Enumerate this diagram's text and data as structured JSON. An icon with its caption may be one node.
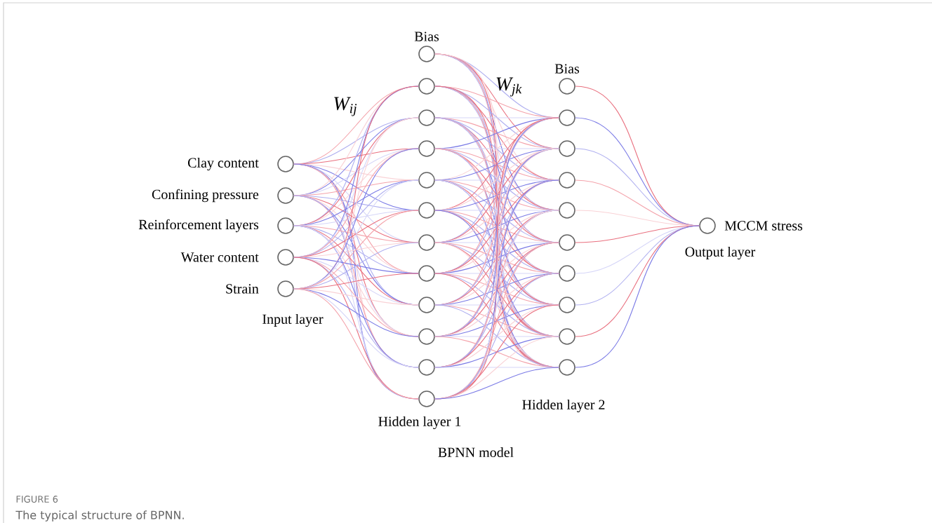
{
  "diagram": {
    "title": "FIGURE 6",
    "caption": "The typical structure of BPNN.",
    "nodes": [
      {
        "text": [
          "Clay content"
        ]
      },
      {
        "text": [
          "Confining pressure"
        ]
      },
      {
        "text": [
          "Reinforcement layers"
        ]
      },
      {
        "text": [
          "Water content"
        ]
      },
      {
        "text": [
          "Strain"
        ]
      },
      {
        "text": [
          "Bias"
        ]
      },
      {
        "text": [],
        "shape": "circle"
      },
      {
        "text": [],
        "shape": "circle"
      },
      {
        "text": [],
        "shape": "circle"
      },
      {
        "text": [],
        "shape": "circle"
      },
      {
        "text": [],
        "shape": "circle"
      },
      {
        "text": [],
        "shape": "circle"
      },
      {
        "text": [],
        "shape": "circle"
      },
      {
        "text": [],
        "shape": "circle"
      },
      {
        "text": [],
        "shape": "circle"
      },
      {
        "text": [],
        "shape": "circle"
      },
      {
        "text": [],
        "shape": "circle"
      },
      {
        "text": [
          "Bias"
        ]
      },
      {
        "text": [],
        "shape": "circle"
      },
      {
        "text": [],
        "shape": "circle"
      },
      {
        "text": [],
        "shape": "circle"
      },
      {
        "text": [],
        "shape": "circle"
      },
      {
        "text": [],
        "shape": "circle"
      },
      {
        "text": [],
        "shape": "circle"
      },
      {
        "text": [],
        "shape": "circle"
      },
      {
        "text": [],
        "shape": "circle"
      },
      {
        "text": [],
        "shape": "circle"
      },
      {
        "text": [
          "MCCM stress"
        ]
      }
    ],
    "edges": [
      {
        "from": 0,
        "to": 6,
        "arrow": "none",
        "color": "#f4a3ab"
      },
      {
        "from": 0,
        "to": 7,
        "arrow": "none",
        "color": "#b0b0f0"
      },
      {
        "from": 0,
        "to": 8,
        "arrow": "none",
        "color": "#e9707f"
      },
      {
        "from": 0,
        "to": 9,
        "arrow": "none",
        "color": "#f9d2d6"
      },
      {
        "from": 0,
        "to": 10,
        "arrow": "none",
        "color": "#7b7be6"
      },
      {
        "from": 0,
        "to": 11,
        "arrow": "none",
        "color": "#d6d6f8"
      },
      {
        "from": 0,
        "to": 12,
        "arrow": "none",
        "color": "#f4a3ab"
      },
      {
        "from": 0,
        "to": 13,
        "arrow": "none",
        "color": "#b0b0f0"
      },
      {
        "from": 0,
        "to": 14,
        "arrow": "none",
        "color": "#e9707f"
      },
      {
        "from": 0,
        "to": 15,
        "arrow": "none",
        "color": "#f9d2d6"
      },
      {
        "from": 0,
        "to": 16,
        "arrow": "none",
        "color": "#7b7be6"
      },
      {
        "from": 1,
        "to": 6,
        "arrow": "none",
        "color": "#f9d2d6"
      },
      {
        "from": 1,
        "to": 7,
        "arrow": "none",
        "color": "#7b7be6"
      },
      {
        "from": 1,
        "to": 8,
        "arrow": "none",
        "color": "#d6d6f8"
      },
      {
        "from": 1,
        "to": 9,
        "arrow": "none",
        "color": "#f4a3ab"
      },
      {
        "from": 1,
        "to": 10,
        "arrow": "none",
        "color": "#b0b0f0"
      },
      {
        "from": 1,
        "to": 11,
        "arrow": "none",
        "color": "#e9707f"
      },
      {
        "from": 1,
        "to": 12,
        "arrow": "none",
        "color": "#f9d2d6"
      },
      {
        "from": 1,
        "to": 13,
        "arrow": "none",
        "color": "#7b7be6"
      },
      {
        "from": 1,
        "to": 14,
        "arrow": "none",
        "color": "#d6d6f8"
      },
      {
        "from": 1,
        "to": 15,
        "arrow": "none",
        "color": "#f4a3ab"
      },
      {
        "from": 1,
        "to": 16,
        "arrow": "none",
        "color": "#b0b0f0"
      },
      {
        "from": 2,
        "to": 6,
        "arrow": "none",
        "color": "#b0b0f0"
      },
      {
        "from": 2,
        "to": 7,
        "arrow": "none",
        "color": "#e9707f"
      },
      {
        "from": 2,
        "to": 8,
        "arrow": "none",
        "color": "#f9d2d6"
      },
      {
        "from": 2,
        "to": 9,
        "arrow": "none",
        "color": "#7b7be6"
      },
      {
        "from": 2,
        "to": 10,
        "arrow": "none",
        "color": "#d6d6f8"
      },
      {
        "from": 2,
        "to": 11,
        "arrow": "none",
        "color": "#f4a3ab"
      },
      {
        "from": 2,
        "to": 12,
        "arrow": "none",
        "color": "#b0b0f0"
      },
      {
        "from": 2,
        "to": 13,
        "arrow": "none",
        "color": "#e9707f"
      },
      {
        "from": 2,
        "to": 14,
        "arrow": "none",
        "color": "#f9d2d6"
      },
      {
        "from": 2,
        "to": 15,
        "arrow": "none",
        "color": "#7b7be6"
      },
      {
        "from": 2,
        "to": 16,
        "arrow": "none",
        "color": "#d6d6f8"
      },
      {
        "from": 3,
        "to": 6,
        "arrow": "none",
        "color": "#7b7be6"
      },
      {
        "from": 3,
        "to": 7,
        "arrow": "none",
        "color": "#d6d6f8"
      },
      {
        "from": 3,
        "to": 8,
        "arrow": "none",
        "color": "#f4a3ab"
      },
      {
        "from": 3,
        "to": 9,
        "arrow": "none",
        "color": "#b0b0f0"
      },
      {
        "from": 3,
        "to": 10,
        "arrow": "none",
        "color": "#e9707f"
      },
      {
        "from": 3,
        "to": 11,
        "arrow": "none",
        "color": "#f9d2d6"
      },
      {
        "from": 3,
        "to": 12,
        "arrow": "none",
        "color": "#7b7be6"
      },
      {
        "from": 3,
        "to": 13,
        "arrow": "none",
        "color": "#d6d6f8"
      },
      {
        "from": 3,
        "to": 14,
        "arrow": "none",
        "color": "#f4a3ab"
      },
      {
        "from": 3,
        "to": 15,
        "arrow": "none",
        "color": "#b0b0f0"
      },
      {
        "from": 3,
        "to": 16,
        "arrow": "none",
        "color": "#e9707f"
      },
      {
        "from": 4,
        "to": 6,
        "arrow": "none",
        "color": "#e9707f"
      },
      {
        "from": 4,
        "to": 7,
        "arrow": "none",
        "color": "#f9d2d6"
      },
      {
        "from": 4,
        "to": 8,
        "arrow": "none",
        "color": "#7b7be6"
      },
      {
        "from": 4,
        "to": 9,
        "arrow": "none",
        "color": "#d6d6f8"
      },
      {
        "from": 4,
        "to": 10,
        "arrow": "none",
        "color": "#f4a3ab"
      },
      {
        "from": 4,
        "to": 11,
        "arrow": "none",
        "color": "#b0b0f0"
      },
      {
        "from": 4,
        "to": 12,
        "arrow": "none",
        "color": "#e9707f"
      },
      {
        "from": 4,
        "to": 13,
        "arrow": "none",
        "color": "#f9d2d6"
      },
      {
        "from": 4,
        "to": 14,
        "arrow": "none",
        "color": "#7b7be6"
      },
      {
        "from": 4,
        "to": 15,
        "arrow": "none",
        "color": "#d6d6f8"
      },
      {
        "from": 4,
        "to": 16,
        "arrow": "none",
        "color": "#f4a3ab"
      },
      {
        "from": 5,
        "to": 18,
        "arrow": "none",
        "color": "#b0b0f0"
      },
      {
        "from": 5,
        "to": 19,
        "arrow": "none",
        "color": "#e9707f"
      },
      {
        "from": 5,
        "to": 20,
        "arrow": "none",
        "color": "#f9d2d6"
      },
      {
        "from": 5,
        "to": 21,
        "arrow": "none",
        "color": "#7b7be6"
      },
      {
        "from": 5,
        "to": 22,
        "arrow": "none",
        "color": "#d6d6f8"
      },
      {
        "from": 5,
        "to": 23,
        "arrow": "none",
        "color": "#f4a3ab"
      },
      {
        "from": 5,
        "to": 24,
        "arrow": "none",
        "color": "#b0b0f0"
      },
      {
        "from": 5,
        "to": 25,
        "arrow": "none",
        "color": "#e9707f"
      },
      {
        "from": 5,
        "to": 26,
        "arrow": "none",
        "color": "#f9d2d6"
      },
      {
        "from": 6,
        "to": 18,
        "arrow": "none",
        "color": "#f4a3ab"
      },
      {
        "from": 6,
        "to": 19,
        "arrow": "none",
        "color": "#b0b0f0"
      },
      {
        "from": 6,
        "to": 20,
        "arrow": "none",
        "color": "#e9707f"
      },
      {
        "from": 6,
        "to": 21,
        "arrow": "none",
        "color": "#f9d2d6"
      },
      {
        "from": 6,
        "to": 22,
        "arrow": "none",
        "color": "#7b7be6"
      },
      {
        "from": 6,
        "to": 23,
        "arrow": "none",
        "color": "#d6d6f8"
      },
      {
        "from": 6,
        "to": 24,
        "arrow": "none",
        "color": "#f4a3ab"
      },
      {
        "from": 6,
        "to": 25,
        "arrow": "none",
        "color": "#b0b0f0"
      },
      {
        "from": 6,
        "to": 26,
        "arrow": "none",
        "color": "#e9707f"
      },
      {
        "from": 7,
        "to": 18,
        "arrow": "none",
        "color": "#d6d6f8"
      },
      {
        "from": 7,
        "to": 19,
        "arrow": "none",
        "color": "#f4a3ab"
      },
      {
        "from": 7,
        "to": 20,
        "arrow": "none",
        "color": "#b0b0f0"
      },
      {
        "from": 7,
        "to": 21,
        "arrow": "none",
        "color": "#e9707f"
      },
      {
        "from": 7,
        "to": 22,
        "arrow": "none",
        "color": "#f9d2d6"
      },
      {
        "from": 7,
        "to": 23,
        "arrow": "none",
        "color": "#7b7be6"
      },
      {
        "from": 7,
        "to": 24,
        "arrow": "none",
        "color": "#d6d6f8"
      },
      {
        "from": 7,
        "to": 25,
        "arrow": "none",
        "color": "#f4a3ab"
      },
      {
        "from": 7,
        "to": 26,
        "arrow": "none",
        "color": "#b0b0f0"
      },
      {
        "from": 8,
        "to": 18,
        "arrow": "none",
        "color": "#7b7be6"
      },
      {
        "from": 8,
        "to": 19,
        "arrow": "none",
        "color": "#d6d6f8"
      },
      {
        "from": 8,
        "to": 20,
        "arrow": "none",
        "color": "#f4a3ab"
      },
      {
        "from": 8,
        "to": 21,
        "arrow": "none",
        "color": "#b0b0f0"
      },
      {
        "from": 8,
        "to": 22,
        "arrow": "none",
        "color": "#e9707f"
      },
      {
        "from": 8,
        "to": 23,
        "arrow": "none",
        "color": "#f9d2d6"
      },
      {
        "from": 8,
        "to": 24,
        "arrow": "none",
        "color": "#7b7be6"
      },
      {
        "from": 8,
        "to": 25,
        "arrow": "none",
        "color": "#d6d6f8"
      },
      {
        "from": 8,
        "to": 26,
        "arrow": "none",
        "color": "#f4a3ab"
      },
      {
        "from": 9,
        "to": 18,
        "arrow": "none",
        "color": "#f9d2d6"
      },
      {
        "from": 9,
        "to": 19,
        "arrow": "none",
        "color": "#7b7be6"
      },
      {
        "from": 9,
        "to": 20,
        "arrow": "none",
        "color": "#d6d6f8"
      },
      {
        "from": 9,
        "to": 21,
        "arrow": "none",
        "color": "#f4a3ab"
      },
      {
        "from": 9,
        "to": 22,
        "arrow": "none",
        "color": "#b0b0f0"
      },
      {
        "from": 9,
        "to": 23,
        "arrow": "none",
        "color": "#e9707f"
      },
      {
        "from": 9,
        "to": 24,
        "arrow": "none",
        "color": "#f9d2d6"
      },
      {
        "from": 9,
        "to": 25,
        "arrow": "none",
        "color": "#7b7be6"
      },
      {
        "from": 9,
        "to": 26,
        "arrow": "none",
        "color": "#d6d6f8"
      },
      {
        "from": 10,
        "to": 18,
        "arrow": "none",
        "color": "#e9707f"
      },
      {
        "from": 10,
        "to": 19,
        "arrow": "none",
        "color": "#f9d2d6"
      },
      {
        "from": 10,
        "to": 20,
        "arrow": "none",
        "color": "#7b7be6"
      },
      {
        "from": 10,
        "to": 21,
        "arrow": "none",
        "color": "#d6d6f8"
      },
      {
        "from": 10,
        "to": 22,
        "arrow": "none",
        "color": "#f4a3ab"
      },
      {
        "from": 10,
        "to": 23,
        "arrow": "none",
        "color": "#b0b0f0"
      },
      {
        "from": 10,
        "to": 24,
        "arrow": "none",
        "color": "#e9707f"
      },
      {
        "from": 10,
        "to": 25,
        "arrow": "none",
        "color": "#f9d2d6"
      },
      {
        "from": 10,
        "to": 26,
        "arrow": "none",
        "color": "#7b7be6"
      },
      {
        "from": 11,
        "to": 18,
        "arrow": "none",
        "color": "#b0b0f0"
      },
      {
        "from": 11,
        "to": 19,
        "arrow": "none",
        "color": "#e9707f"
      },
      {
        "from": 11,
        "to": 20,
        "arrow": "none",
        "color": "#f9d2d6"
      },
      {
        "from": 11,
        "to": 21,
        "arrow": "none",
        "color": "#7b7be6"
      },
      {
        "from": 11,
        "to": 22,
        "arrow": "none",
        "color": "#d6d6f8"
      },
      {
        "from": 11,
        "to": 23,
        "arrow": "none",
        "color": "#f4a3ab"
      },
      {
        "from": 11,
        "to": 24,
        "arrow": "none",
        "color": "#b0b0f0"
      },
      {
        "from": 11,
        "to": 25,
        "arrow": "none",
        "color": "#e9707f"
      },
      {
        "from": 11,
        "to": 26,
        "arrow": "none",
        "color": "#f9d2d6"
      },
      {
        "from": 12,
        "to": 18,
        "arrow": "none",
        "color": "#f4a3ab"
      },
      {
        "from": 12,
        "to": 19,
        "arrow": "none",
        "color": "#b0b0f0"
      },
      {
        "from": 12,
        "to": 20,
        "arrow": "none",
        "color": "#e9707f"
      },
      {
        "from": 12,
        "to": 21,
        "arrow": "none",
        "color": "#f9d2d6"
      },
      {
        "from": 12,
        "to": 22,
        "arrow": "none",
        "color": "#7b7be6"
      },
      {
        "from": 12,
        "to": 23,
        "arrow": "none",
        "color": "#d6d6f8"
      },
      {
        "from": 12,
        "to": 24,
        "arrow": "none",
        "color": "#f4a3ab"
      },
      {
        "from": 12,
        "to": 25,
        "arrow": "none",
        "color": "#b0b0f0"
      },
      {
        "from": 12,
        "to": 26,
        "arrow": "none",
        "color": "#e9707f"
      },
      {
        "from": 13,
        "to": 18,
        "arrow": "none",
        "color": "#d6d6f8"
      },
      {
        "from": 13,
        "to": 19,
        "arrow": "none",
        "color": "#f4a3ab"
      },
      {
        "from": 13,
        "to": 20,
        "arrow": "none",
        "color": "#b0b0f0"
      },
      {
        "from": 13,
        "to": 21,
        "arrow": "none",
        "color": "#e9707f"
      },
      {
        "from": 13,
        "to": 22,
        "arrow": "none",
        "color": "#f9d2d6"
      },
      {
        "from": 13,
        "to": 23,
        "arrow": "none",
        "color": "#7b7be6"
      },
      {
        "from": 13,
        "to": 24,
        "arrow": "none",
        "color": "#d6d6f8"
      },
      {
        "from": 13,
        "to": 25,
        "arrow": "none",
        "color": "#f4a3ab"
      },
      {
        "from": 13,
        "to": 26,
        "arrow": "none",
        "color": "#b0b0f0"
      },
      {
        "from": 14,
        "to": 18,
        "arrow": "none",
        "color": "#7b7be6"
      },
      {
        "from": 14,
        "to": 19,
        "arrow": "none",
        "color": "#d6d6f8"
      },
      {
        "from": 14,
        "to": 20,
        "arrow": "none",
        "color": "#f4a3ab"
      },
      {
        "from": 14,
        "to": 21,
        "arrow": "none",
        "color": "#b0b0f0"
      },
      {
        "from": 14,
        "to": 22,
        "arrow": "none",
        "color": "#e9707f"
      },
      {
        "from": 14,
        "to": 23,
        "arrow": "none",
        "color": "#f9d2d6"
      },
      {
        "from": 14,
        "to": 24,
        "arrow": "none",
        "color": "#7b7be6"
      },
      {
        "from": 14,
        "to": 25,
        "arrow": "none",
        "color": "#d6d6f8"
      },
      {
        "from": 14,
        "to": 26,
        "arrow": "none",
        "color": "#f4a3ab"
      },
      {
        "from": 15,
        "to": 18,
        "arrow": "none",
        "color": "#f9d2d6"
      },
      {
        "from": 15,
        "to": 19,
        "arrow": "none",
        "color": "#7b7be6"
      },
      {
        "from": 15,
        "to": 20,
        "arrow": "none",
        "color": "#d6d6f8"
      },
      {
        "from": 15,
        "to": 21,
        "arrow": "none",
        "color": "#f4a3ab"
      },
      {
        "from": 15,
        "to": 22,
        "arrow": "none",
        "color": "#b0b0f0"
      },
      {
        "from": 15,
        "to": 23,
        "arrow": "none",
        "color": "#e9707f"
      },
      {
        "from": 15,
        "to": 24,
        "arrow": "none",
        "color": "#f9d2d6"
      },
      {
        "from": 15,
        "to": 25,
        "arrow": "none",
        "color": "#7b7be6"
      },
      {
        "from": 15,
        "to": 26,
        "arrow": "none",
        "color": "#d6d6f8"
      },
      {
        "from": 16,
        "to": 18,
        "arrow": "none",
        "color": "#e9707f"
      },
      {
        "from": 16,
        "to": 19,
        "arrow": "none",
        "color": "#f9d2d6"
      },
      {
        "from": 16,
        "to": 20,
        "arrow": "none",
        "color": "#7b7be6"
      },
      {
        "from": 16,
        "to": 21,
        "arrow": "none",
        "color": "#d6d6f8"
      },
      {
        "from": 16,
        "to": 22,
        "arrow": "none",
        "color": "#f4a3ab"
      },
      {
        "from": 16,
        "to": 23,
        "arrow": "none",
        "color": "#b0b0f0"
      },
      {
        "from": 16,
        "to": 24,
        "arrow": "none",
        "color": "#e9707f"
      },
      {
        "from": 16,
        "to": 25,
        "arrow": "none",
        "color": "#f9d2d6"
      },
      {
        "from": 16,
        "to": 26,
        "arrow": "none",
        "color": "#7b7be6"
      },
      {
        "from": 17,
        "to": 27,
        "arrow": "none",
        "color": "#e9707f"
      },
      {
        "from": 18,
        "to": 27,
        "arrow": "none",
        "color": "#7b7be6"
      },
      {
        "from": 19,
        "to": 27,
        "arrow": "none",
        "color": "#b0b0f0"
      },
      {
        "from": 20,
        "to": 27,
        "arrow": "none",
        "color": "#f4a3ab"
      },
      {
        "from": 21,
        "to": 27,
        "arrow": "none",
        "color": "#f9d2d6"
      },
      {
        "from": 22,
        "to": 27,
        "arrow": "none",
        "color": "#e9707f"
      },
      {
        "from": 23,
        "to": 27,
        "arrow": "none",
        "color": "#d6d6f8"
      },
      {
        "from": 24,
        "to": 27,
        "arrow": "none",
        "color": "#b0b0f0"
      },
      {
        "from": 25,
        "to": 27,
        "arrow": "none",
        "color": "#e9707f"
      },
      {
        "from": 26,
        "to": 27,
        "arrow": "none",
        "color": "#7b7be6"
      }
    ],
    "labels": [
      "W$_{jk}$",
      "W$_{ij}$",
      "Output layer",
      "Input layer",
      "Hidden layer 2",
      "Hidden layer 1",
      "BPNN model"
    ]
  }
}
